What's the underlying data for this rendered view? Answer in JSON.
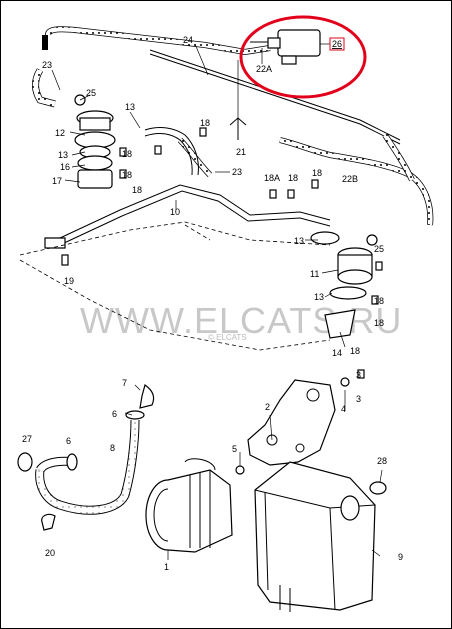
{
  "watermark": {
    "main": "WWW.ELCATS.RU",
    "small": "© ELCATS"
  },
  "highlight_color": "#e2001a",
  "labels": {
    "l1": "1",
    "l2": "2",
    "l3a": "3",
    "l3b": "3",
    "l4": "4",
    "l5": "5",
    "l6a": "6",
    "l6b": "6",
    "l7": "7",
    "l8": "8",
    "l9": "9",
    "l10": "10",
    "l11": "11",
    "l12": "12",
    "l13a": "13",
    "l13b": "13",
    "l13c": "13",
    "l13d": "13",
    "l14": "14",
    "l16": "16",
    "l17": "17",
    "l18a": "18",
    "l18b": "18",
    "l18c": "18",
    "l18d": "18",
    "l18e": "18",
    "l18f": "18",
    "l18A": "18A",
    "l19": "19",
    "l20": "20",
    "l21": "21",
    "l22A": "22A",
    "l22B": "22B",
    "l23a": "23",
    "l23b": "23",
    "l24": "24",
    "l25a": "25",
    "l25b": "25",
    "l26": "26",
    "l27": "27",
    "l28": "28"
  }
}
